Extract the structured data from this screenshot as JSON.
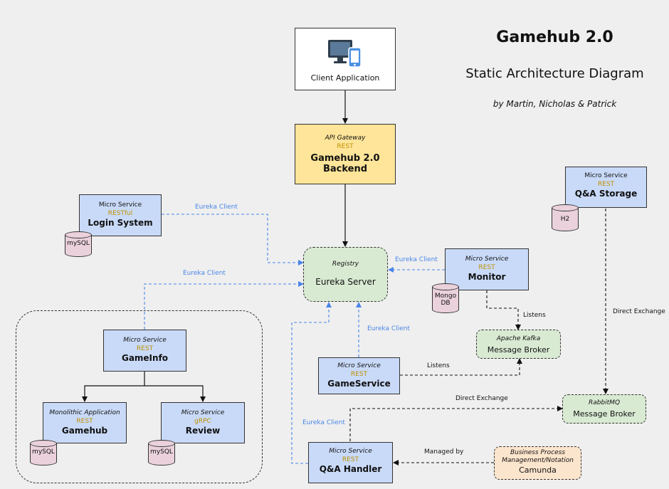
{
  "title": "Gamehub 2.0",
  "subtitle": "Static Architecture Diagram",
  "authors": "by Martin, Nicholas & Patrick",
  "colors": {
    "service": "#c9daf8",
    "gateway": "#ffe599",
    "registry": "#d9ead3",
    "database": "#ead1dc",
    "bpm": "#fce5cd",
    "protocol": "#bf9000",
    "eureka_link": "#4a86e8"
  },
  "nodes": {
    "client": {
      "label": "Client Application",
      "icon": "devices-icon"
    },
    "gateway": {
      "kind": "API Gateway",
      "protocol": "REST",
      "name": "Gamehub 2.0\nBackend"
    },
    "registry": {
      "kind": "Registry",
      "name": "Eureka Server"
    },
    "login": {
      "kind": "Micro Service",
      "protocol": "RESTful",
      "name": "Login System",
      "db": "mySQL"
    },
    "gameinfo": {
      "kind": "Micro Service",
      "protocol": "REST",
      "name": "GameInfo"
    },
    "gamehub": {
      "kind": "Monolithic Application",
      "protocol": "REST",
      "name": "Gamehub",
      "db": "mySQL"
    },
    "review": {
      "kind": "Micro Service",
      "protocol": "gRPC",
      "name": "Review",
      "db": "mySQL"
    },
    "monitor": {
      "kind": "Micro Service",
      "protocol": "REST",
      "name": "Monitor",
      "db": "Mongo\nDB"
    },
    "qa_storage": {
      "kind": "Micro Service",
      "protocol": "REST",
      "name": "Q&A Storage",
      "db": "H2"
    },
    "kafka": {
      "kind": "Apache Kafka",
      "name": "Message Broker"
    },
    "gameservice": {
      "kind": "Micro Service",
      "protocol": "REST",
      "name": "GameService"
    },
    "rabbitmq": {
      "kind": "RabbitMQ",
      "name": "Message Broker"
    },
    "qa_handler": {
      "kind": "Micro Service",
      "protocol": "REST",
      "name": "Q&A Handler"
    },
    "camunda": {
      "kind": "Business Process\nManagement/Notation",
      "name": "Camunda"
    }
  },
  "edges": {
    "eureka_client_1": "Eureka Client",
    "eureka_client_2": "Eureka Client",
    "eureka_client_3": "Eureka Client",
    "eureka_client_4": "Eureka Client",
    "eureka_client_5": "Eureka Client",
    "listens_1": "Listens",
    "listens_2": "Listens",
    "direct_exchange_1": "Direct Exchange",
    "direct_exchange_2": "Direct Exchange",
    "managed_by": "Managed by"
  }
}
